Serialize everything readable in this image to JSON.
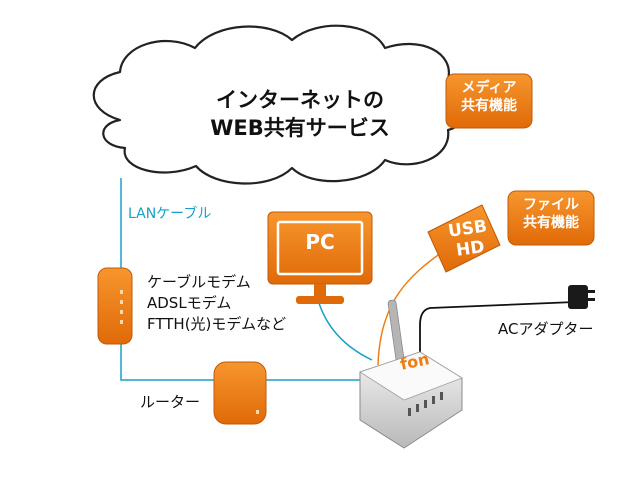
{
  "cloud": {
    "title_line1": "インターネットの",
    "title_line2": "WEB共有サービス"
  },
  "badges": {
    "media_line1": "メディア",
    "media_line2": "共有機能",
    "file_line1": "ファイル",
    "file_line2": "共有機能"
  },
  "labels": {
    "lan_cable": "LANケーブル",
    "modem_line1": "ケーブルモデム",
    "modem_line2": "ADSLモデム",
    "modem_line3": "FTTH(光)モデムなど",
    "router": "ルーター",
    "ac_adapter": "ACアダプター"
  },
  "devices": {
    "pc": "PC",
    "usb_line1": "USB",
    "usb_line2": "HD",
    "fon_logo": "fon"
  },
  "colors": {
    "accent_orange": "#f07d14",
    "lan_blue": "#1aa0c8",
    "cloud_outline": "#222222",
    "device_gray": "#d8d8d8"
  }
}
